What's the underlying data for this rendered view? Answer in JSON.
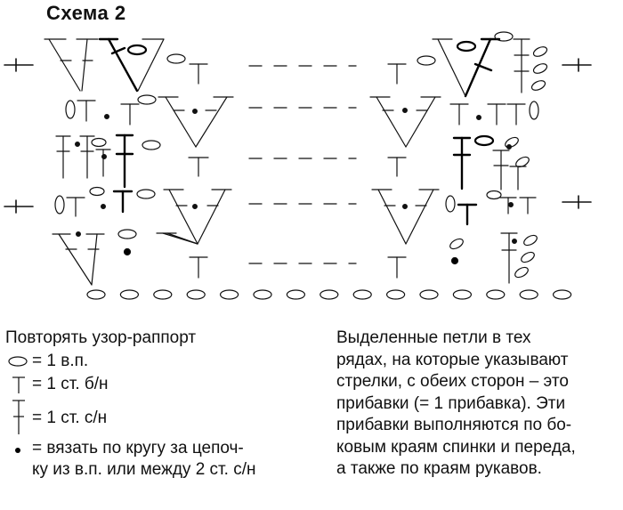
{
  "title": "Схема 2",
  "legend": {
    "heading": "Повторять узор-раппорт",
    "items": [
      {
        "symbol": "chain-oval",
        "text": "= 1 в.п."
      },
      {
        "symbol": "single-crochet-t",
        "text": "= 1 ст. б/н"
      },
      {
        "symbol": "double-crochet",
        "text": "= 1 ст. с/н"
      },
      {
        "symbol": "dot",
        "text_lines": [
          "= вязать по кругу за цепоч-",
          "ку из в.п. или между 2 ст. с/н"
        ]
      }
    ]
  },
  "note": {
    "lines": [
      "Выделенные петли в тех",
      "рядах, на которые указывают",
      "стрелки, с обеих сторон – это",
      "прибавки (= 1 прибавка). Эти",
      "прибавки выполняются по бо-",
      "ковым краям спинки и переда,",
      "а также по краям рукавов."
    ]
  },
  "colors": {
    "ink": "#111111",
    "highlight": "#000000",
    "background": "#ffffff"
  }
}
